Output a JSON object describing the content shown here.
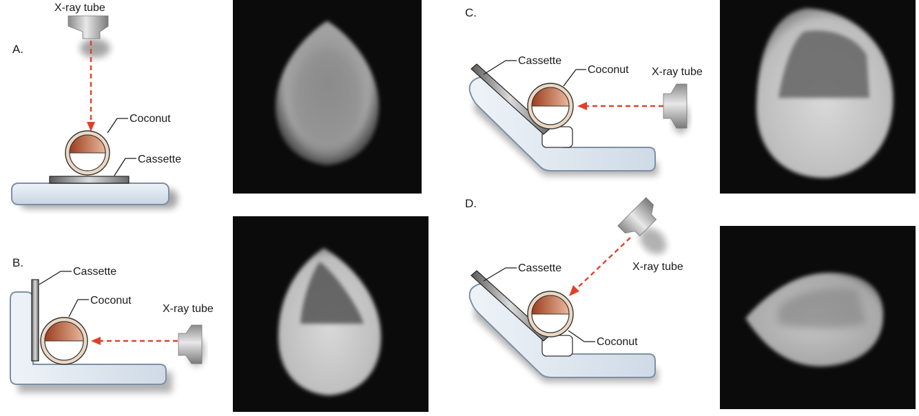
{
  "panels": {
    "a": {
      "letter": "A.",
      "tube_label": "X-ray tube",
      "coconut_label": "Coconut",
      "cassette_label": "Cassette"
    },
    "b": {
      "letter": "B.",
      "tube_label": "X-ray tube",
      "coconut_label": "Coconut",
      "cassette_label": "Cassette"
    },
    "c": {
      "letter": "C.",
      "tube_label": "X-ray tube",
      "coconut_label": "Coconut",
      "cassette_label": "Cassette"
    },
    "d": {
      "letter": "D.",
      "tube_label": "X-ray tube",
      "coconut_label": "Coconut",
      "cassette_label": "Cassette"
    }
  },
  "colors": {
    "beam": "#e0402a",
    "shell": "#a88a6e",
    "meat": "#b65a36",
    "table": "#dde5ee",
    "radiograph_background": "#0b0b0b"
  }
}
